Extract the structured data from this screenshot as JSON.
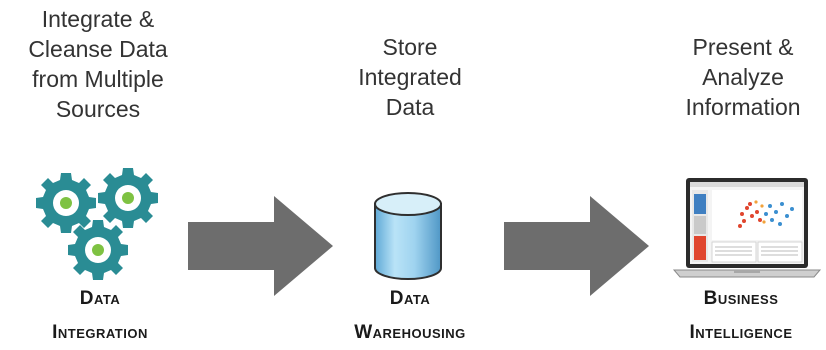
{
  "stages": [
    {
      "caption_lines": [
        "Integrate &",
        "Cleanse Data",
        "from Multiple",
        "Sources"
      ],
      "label_lines": [
        "Data",
        "Integration"
      ],
      "icon": "gears-icon"
    },
    {
      "caption_lines": [
        "Store",
        "Integrated",
        "Data"
      ],
      "label_lines": [
        "Data",
        "Warehousing"
      ],
      "icon": "database-cylinder-icon"
    },
    {
      "caption_lines": [
        "Present &",
        "Analyze",
        "Information"
      ],
      "label_lines": [
        "Business",
        "Intelligence"
      ],
      "icon": "laptop-dashboard-icon"
    }
  ],
  "colors": {
    "gear": "#2a8c94",
    "gear_center": "#7ec242",
    "arrow": "#6d6d6d",
    "cylinder": "#9fd3ef"
  }
}
